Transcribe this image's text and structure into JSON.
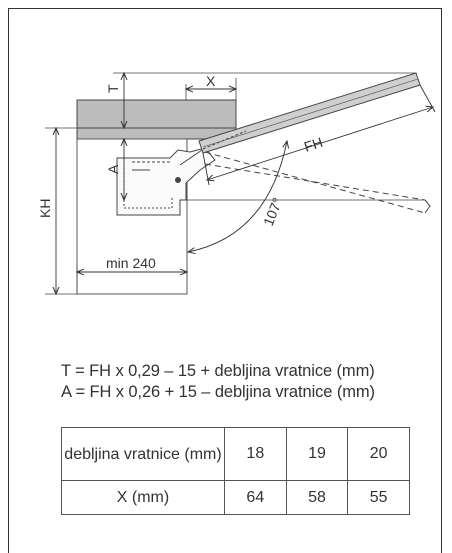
{
  "diagram": {
    "labels": {
      "t": "T",
      "x": "X",
      "a": "A",
      "fh": "FH",
      "kh": "KH",
      "min": "min 240",
      "angle": "107°"
    }
  },
  "formulas": {
    "t": "T = FH x 0,29 – 15 + debljina vratnice (mm)",
    "a": "A = FH x 0,26 + 15 – debljina vratnice (mm)"
  },
  "table": {
    "header_label": "debljina vratnice (mm)",
    "thickness": [
      "18",
      "19",
      "20"
    ],
    "row_label": "X (mm)",
    "x_values": [
      "64",
      "58",
      "55"
    ]
  }
}
